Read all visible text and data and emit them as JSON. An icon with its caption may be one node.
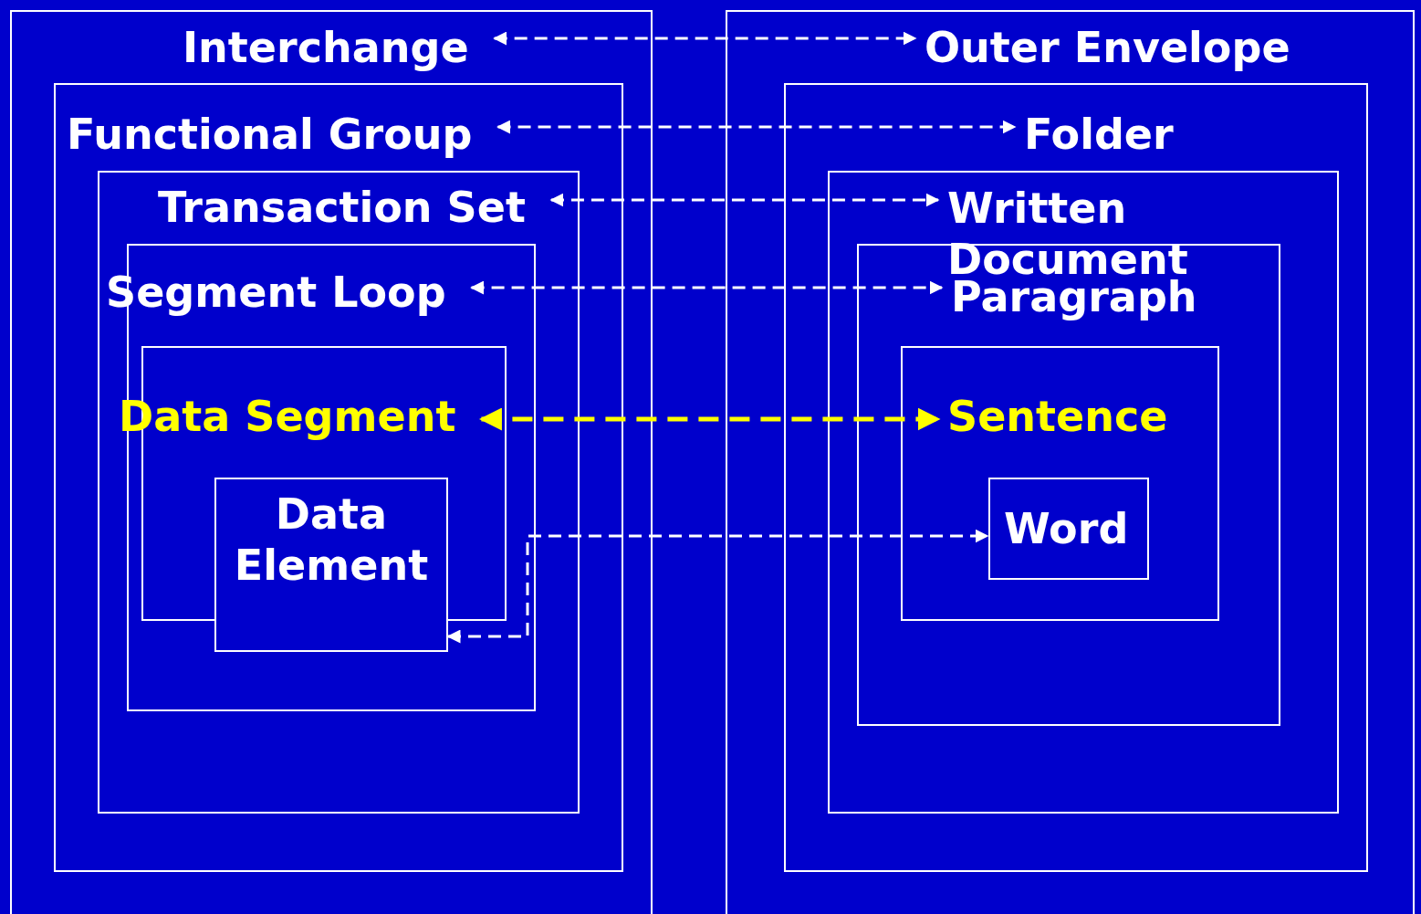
{
  "diagram": {
    "nodes": [
      {
        "text": [
          "Interchange"
        ]
      },
      {
        "text": [
          "Functional Group"
        ],
        "in": 0
      },
      {
        "text": [
          "Transaction Set"
        ],
        "in": 1
      },
      {
        "text": [
          "Segment Loop"
        ],
        "in": 2
      },
      {
        "text": [
          "Data Segment"
        ],
        "in": 3
      },
      {
        "text": [
          "Data Element"
        ],
        "in": 3
      },
      {
        "text": [
          "Outer Envelope"
        ]
      },
      {
        "text": [
          "Folder"
        ],
        "in": 6
      },
      {
        "text": [
          "Written Document"
        ],
        "in": 7
      },
      {
        "text": [
          "Paragraph"
        ],
        "in": 8
      },
      {
        "text": [
          "Sentence"
        ],
        "in": 9
      },
      {
        "text": [
          "Word"
        ],
        "in": 10
      }
    ],
    "edges": [
      {
        "from": 0,
        "to": 6,
        "arrow": "both",
        "style": "dashed"
      },
      {
        "from": 1,
        "to": 7,
        "arrow": "both",
        "style": "dashed"
      },
      {
        "from": 2,
        "to": 8,
        "arrow": "both",
        "style": "dashed"
      },
      {
        "from": 3,
        "to": 9,
        "arrow": "both",
        "style": "dashed"
      },
      {
        "from": 4,
        "to": 10,
        "arrow": "both",
        "style": "dashed",
        "color": "#ffff00"
      },
      {
        "from": 5,
        "to": 11,
        "arrow": "both",
        "style": "dashed"
      }
    ]
  }
}
